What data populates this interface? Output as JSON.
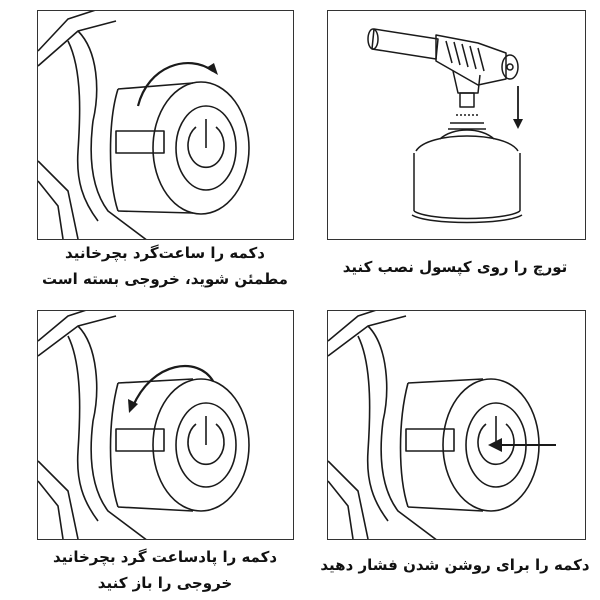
{
  "steps": [
    {
      "caption": "تورچ را روی کپسول نصب کنید"
    },
    {
      "caption_line1": "دکمه را ساعت‌گرد بچرخانید",
      "caption_line2": "مطمئن شوید، خروجی بسته است"
    },
    {
      "caption": "دکمه را برای روشن شدن فشار دهید"
    },
    {
      "caption_line1": "دکمه را پادساعت گرد بچرخانید",
      "caption_line2": "خروجی را باز کنید"
    }
  ],
  "colors": {
    "line": "#1a1a1a",
    "border": "#333333",
    "background": "#ffffff"
  }
}
